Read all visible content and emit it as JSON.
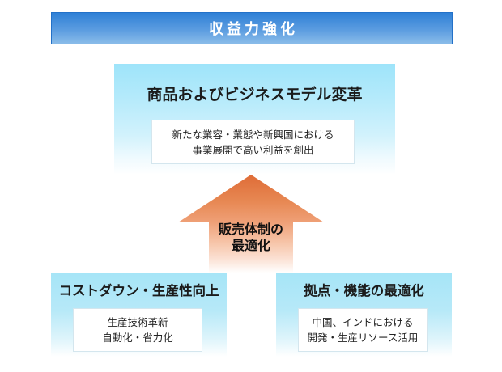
{
  "banner": {
    "label": "収益力強化"
  },
  "main_box": {
    "title": "商品およびビジネスモデル変革",
    "detail_line1": "新たな業容・業態や新興国における",
    "detail_line2": "事業展開で高い利益を創出"
  },
  "arrow": {
    "label_line1": "販売体制の",
    "label_line2": "最適化"
  },
  "bottom_left_box": {
    "title": "コストダウン・生産性向上",
    "detail_line1": "生産技術革新",
    "detail_line2": "自動化・省力化"
  },
  "bottom_right_box": {
    "title": "拠点・機能の最適化",
    "detail_line1": "中国、インドにおける",
    "detail_line2": "開発・生産リソース活用"
  },
  "colors": {
    "banner_top": "#2f80d6",
    "banner_bottom": "#8abce9",
    "banner_border": "#2371c8",
    "box_cyan": "#9ee4fa",
    "arrow_orange": "#df6c37",
    "arrow_fade": "#ffffff"
  }
}
